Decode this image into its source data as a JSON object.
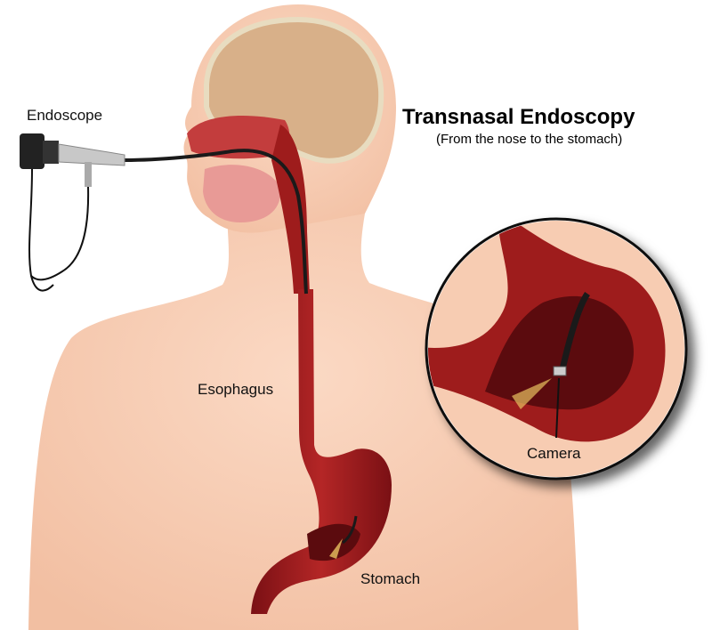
{
  "title": "Transnasal Endoscopy",
  "subtitle": "(From the nose to the stomach)",
  "labels": {
    "endoscope": "Endoscope",
    "esophagus": "Esophagus",
    "stomach": "Stomach",
    "camera": "Camera"
  },
  "colors": {
    "skin": "#f7ccb2",
    "organ": "#9e1c1c",
    "organ_dark": "#6e0f12",
    "brain": "#d9b48c",
    "scope": "#1a1a1a"
  }
}
